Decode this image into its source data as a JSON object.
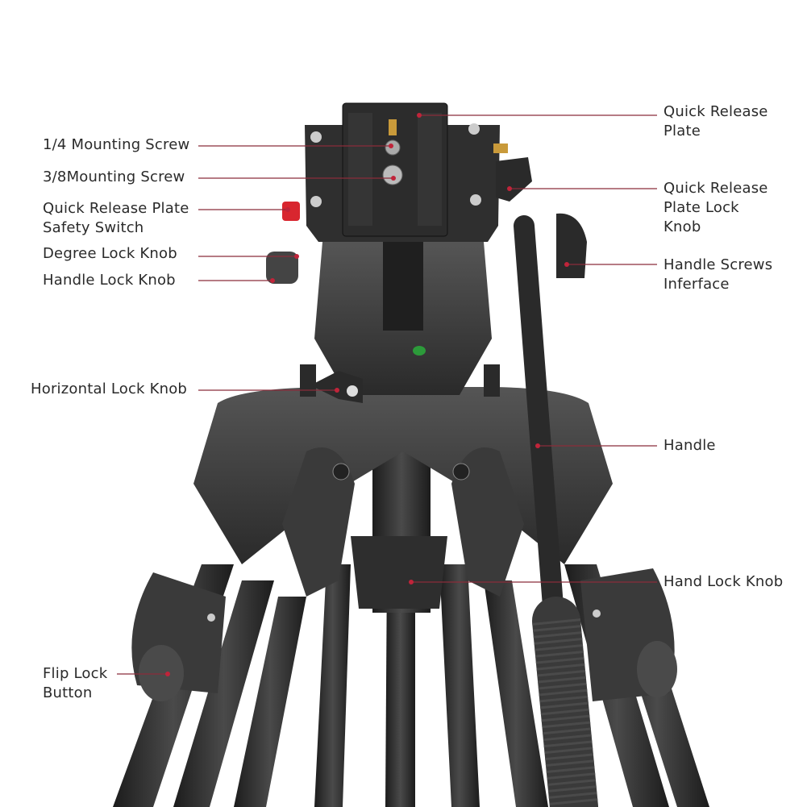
{
  "title": "Tripod fluid head parts diagram",
  "colors": {
    "leader": "#8b2c3a",
    "dot": "#c0243a",
    "body": "#2b2b2b"
  },
  "labels": {
    "mount_14": "1/4 Mounting Screw",
    "mount_38": "3/8Mounting Screw",
    "qr_safety": [
      "Quick Release Plate",
      "Safety Switch"
    ],
    "degree_lock": "Degree Lock Knob",
    "handle_lock": "Handle Lock Knob",
    "horizontal_lock": "Horizontal Lock Knob",
    "flip_lock": [
      "Flip Lock",
      "Button"
    ],
    "qr_plate": [
      "Quick Release",
      "Plate"
    ],
    "qr_plate_lock": [
      "Quick Release",
      "Plate Lock",
      "Knob"
    ],
    "handle_screws": [
      "Handle Screws",
      "Inferface"
    ],
    "handle": "Handle",
    "hand_lock": "Hand Lock Knob"
  }
}
